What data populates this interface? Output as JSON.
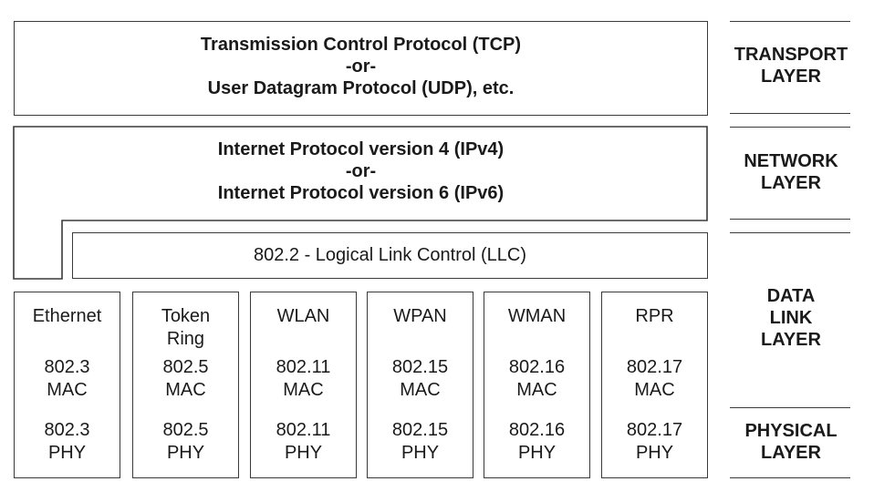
{
  "transport_box": {
    "line1": "Transmission Control Protocol (TCP)",
    "line2": "-or-",
    "line3": "User Datagram Protocol (UDP), etc."
  },
  "network_box": {
    "line1": "Internet Protocol version 4 (IPv4)",
    "line2": "-or-",
    "line3": "Internet Protocol version 6 (IPv6)"
  },
  "llc_box": {
    "label": "802.2 - Logical Link Control (LLC)"
  },
  "columns": [
    {
      "name": "Ethernet",
      "mac": [
        "802.3",
        "MAC"
      ],
      "phy": [
        "802.3",
        "PHY"
      ]
    },
    {
      "name": "Token Ring",
      "mac": [
        "802.5",
        "MAC"
      ],
      "phy": [
        "802.5",
        "PHY"
      ]
    },
    {
      "name": "WLAN",
      "mac": [
        "802.11",
        "MAC"
      ],
      "phy": [
        "802.11",
        "PHY"
      ]
    },
    {
      "name": "WPAN",
      "mac": [
        "802.15",
        "MAC"
      ],
      "phy": [
        "802.15",
        "PHY"
      ]
    },
    {
      "name": "WMAN",
      "mac": [
        "802.16",
        "MAC"
      ],
      "phy": [
        "802.16",
        "PHY"
      ]
    },
    {
      "name": "RPR",
      "mac": [
        "802.17",
        "MAC"
      ],
      "phy": [
        "802.17",
        "PHY"
      ]
    }
  ],
  "layers": {
    "transport": [
      "TRANSPORT",
      "LAYER"
    ],
    "network": [
      "NETWORK",
      "LAYER"
    ],
    "datalink": [
      "DATA",
      "LINK",
      "LAYER"
    ],
    "physical": [
      "PHYSICAL",
      "LAYER"
    ]
  }
}
